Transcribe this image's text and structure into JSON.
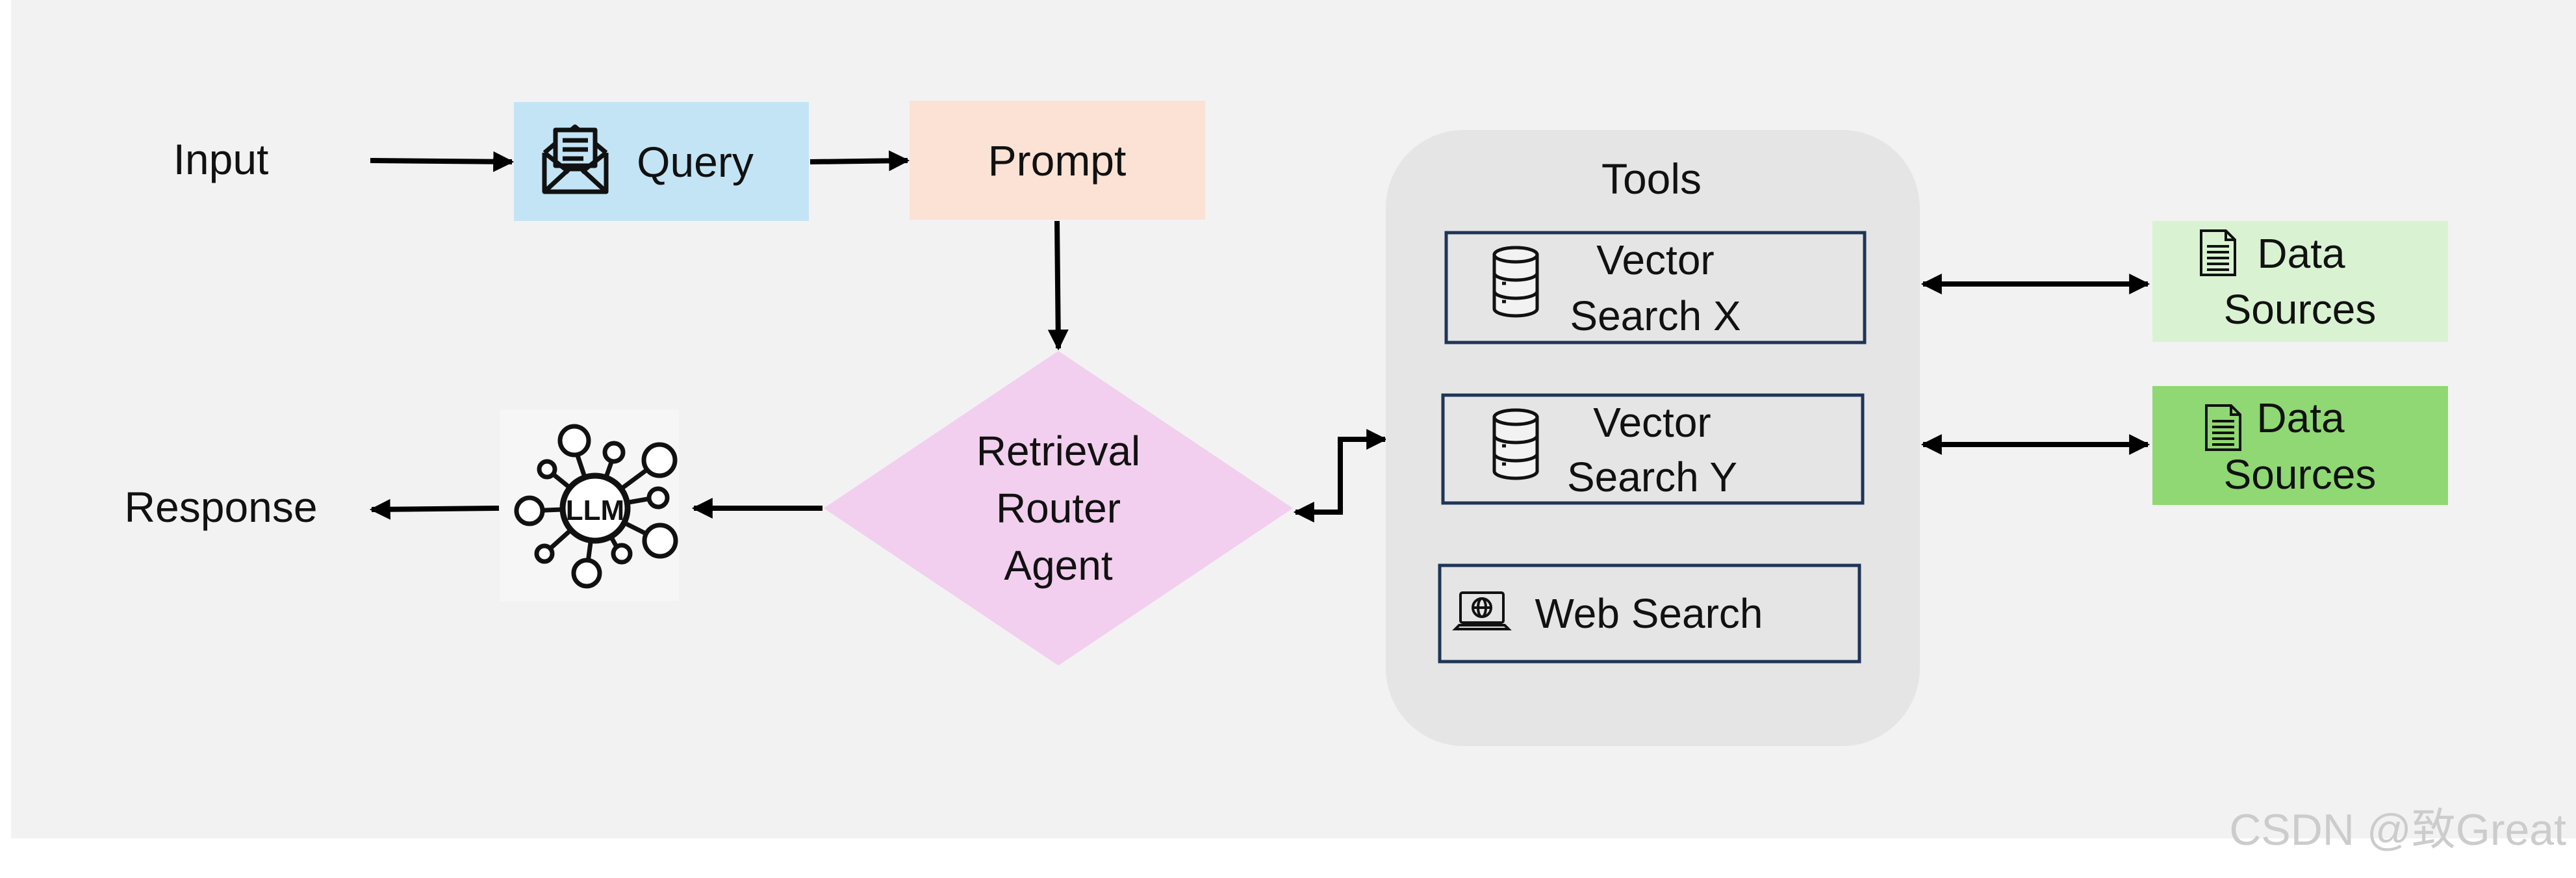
{
  "nodes": {
    "input": "Input",
    "query": "Query",
    "prompt": "Prompt",
    "router_line1": "Retrieval",
    "router_line2": "Router",
    "router_line3": "Agent",
    "response": "Response",
    "llm": "LLM",
    "tools_title": "Tools",
    "vector_x_line1": "Vector",
    "vector_x_line2": "Search X",
    "vector_y_line1": "Vector",
    "vector_y_line2": "Search Y",
    "web_search": "Web Search",
    "data_sources_1_line1": "Data",
    "data_sources_1_line2": "Sources",
    "data_sources_2_line1": "Data",
    "data_sources_2_line2": "Sources"
  },
  "watermark": "CSDN @致Great",
  "colors": {
    "background": "#f2f2f2",
    "query_fill": "#c3e4f5",
    "prompt_fill": "#fbe2d4",
    "router_fill": "#f2cfee",
    "tools_fill": "#e5e5e5",
    "tool_border": "#1f3556",
    "data_sources_1_fill": "#d9f3d2",
    "data_sources_2_fill": "#8fd873",
    "arrow": "#000000",
    "text": "#111111",
    "watermark": "#cccccc"
  },
  "icons": {
    "query": "envelope-icon",
    "llm": "llm-network-icon",
    "vector_search": "database-icon",
    "web_search": "laptop-globe-icon",
    "data_sources": "document-icon"
  }
}
